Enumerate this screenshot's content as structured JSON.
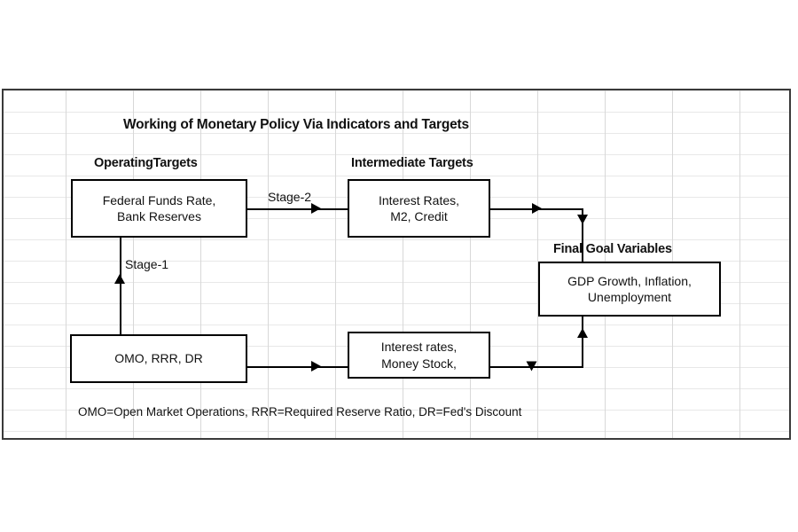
{
  "diagram": {
    "title": "Working of Monetary Policy Via Indicators and Targets",
    "footer_legend": "OMO=Open Market Operations, RRR=Required Reserve Ratio, DR=Fed's Discount",
    "colors": {
      "box_border": "#000000",
      "frame_border": "#3a3a3a",
      "grid_line": "#d8d8d8",
      "text": "#111111",
      "background": "#ffffff"
    },
    "section_labels": {
      "operating": "OperatingTargets",
      "intermediate": "Intermediate Targets",
      "final": "Final Goal Variables"
    },
    "stage_labels": {
      "stage1": "Stage-1",
      "stage2": "Stage-2"
    },
    "boxes": {
      "operating_targets": {
        "line1": "Federal Funds Rate,",
        "line2": "Bank Reserves"
      },
      "intermediate_targets": {
        "line1": "Interest Rates,",
        "line2": "M2, Credit"
      },
      "final_goal_variables": {
        "line1": "GDP Growth, Inflation,",
        "line2": "Unemployment"
      },
      "instruments": {
        "line1": "OMO, RRR, DR"
      },
      "indicators": {
        "line1": "Interest rates,",
        "line2": "Money Stock,"
      }
    }
  }
}
